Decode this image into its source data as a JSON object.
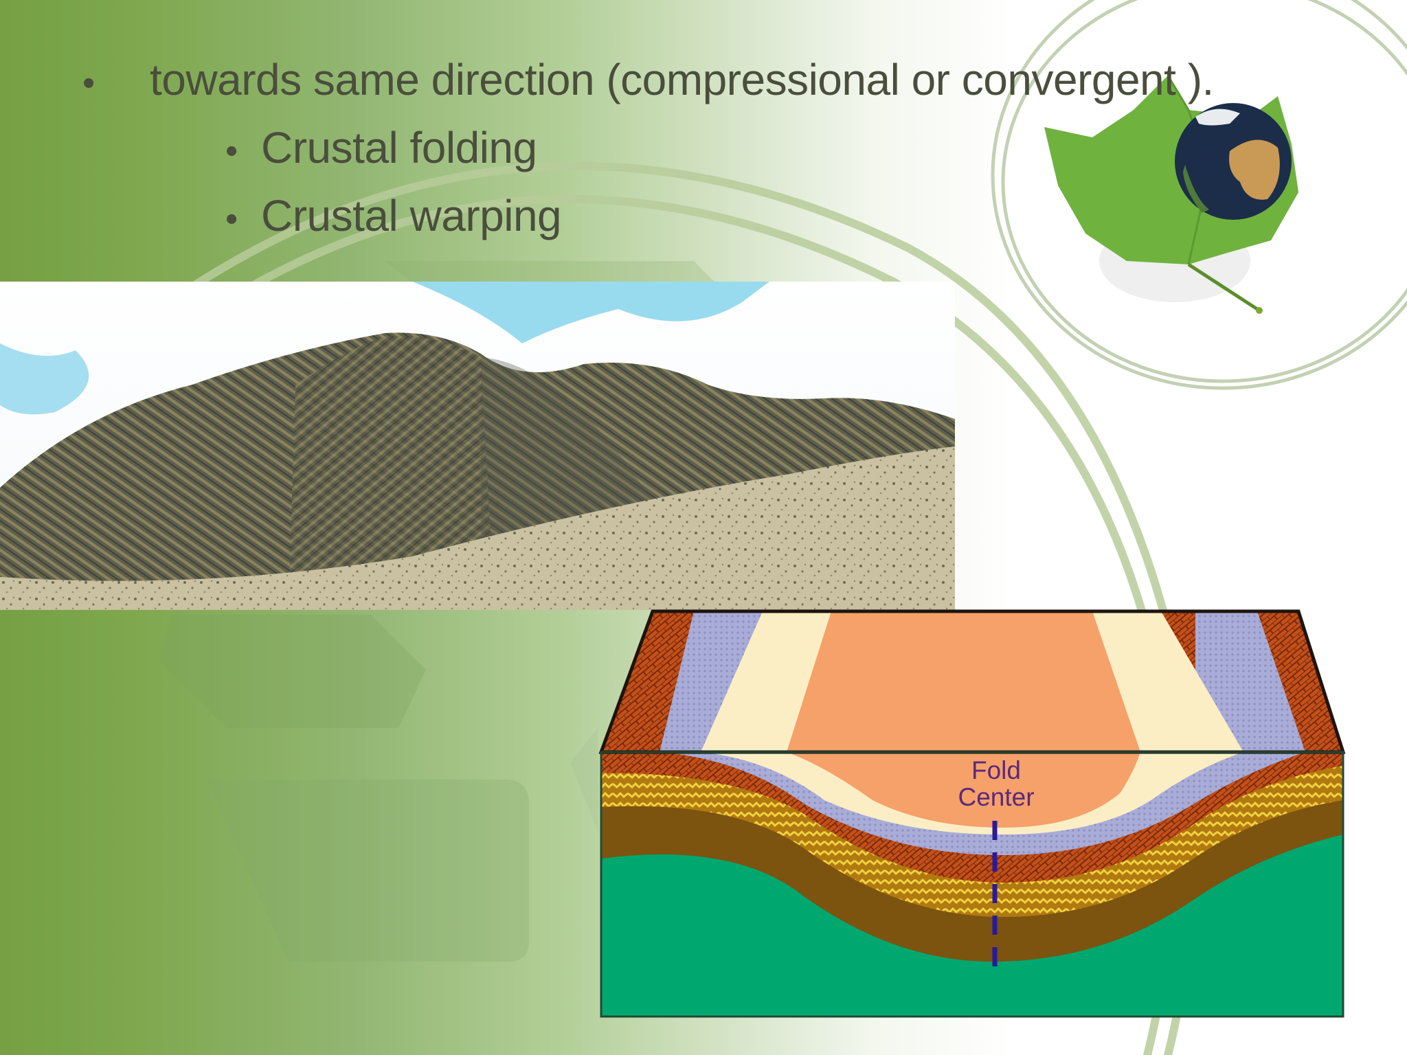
{
  "slide": {
    "bullets": [
      {
        "level": 1,
        "marker": "•",
        "text": "towards same direction (compressional or convergent )."
      },
      {
        "level": 2,
        "marker": "•",
        "text": "Crustal folding"
      },
      {
        "level": 2,
        "marker": "•",
        "text": "Crustal warping"
      }
    ],
    "images": {
      "photo": {
        "subject": "folded-rock-mountain",
        "description": "Mountain with visibly folded sedimentary rock layers under a blue sky"
      },
      "diagram": {
        "subject": "fold-block-diagram",
        "label_line1": "Fold",
        "label_line2": "Center",
        "layer_colors": {
          "core": "#f6a06a",
          "cream": "#fbeec4",
          "lavender": "#a9acd6",
          "brick": "#c3501a",
          "yellow": "#e8c030",
          "brown": "#7c5410",
          "green": "#00a870"
        },
        "axis_color": "#2a1a9a"
      },
      "decoration": {
        "subject": "earth-globe-on-leaf"
      }
    },
    "theme": {
      "text_color": "#4a4e3c",
      "bg_green_dark": "#76a043",
      "arc_color": "#c5d5ae"
    }
  }
}
